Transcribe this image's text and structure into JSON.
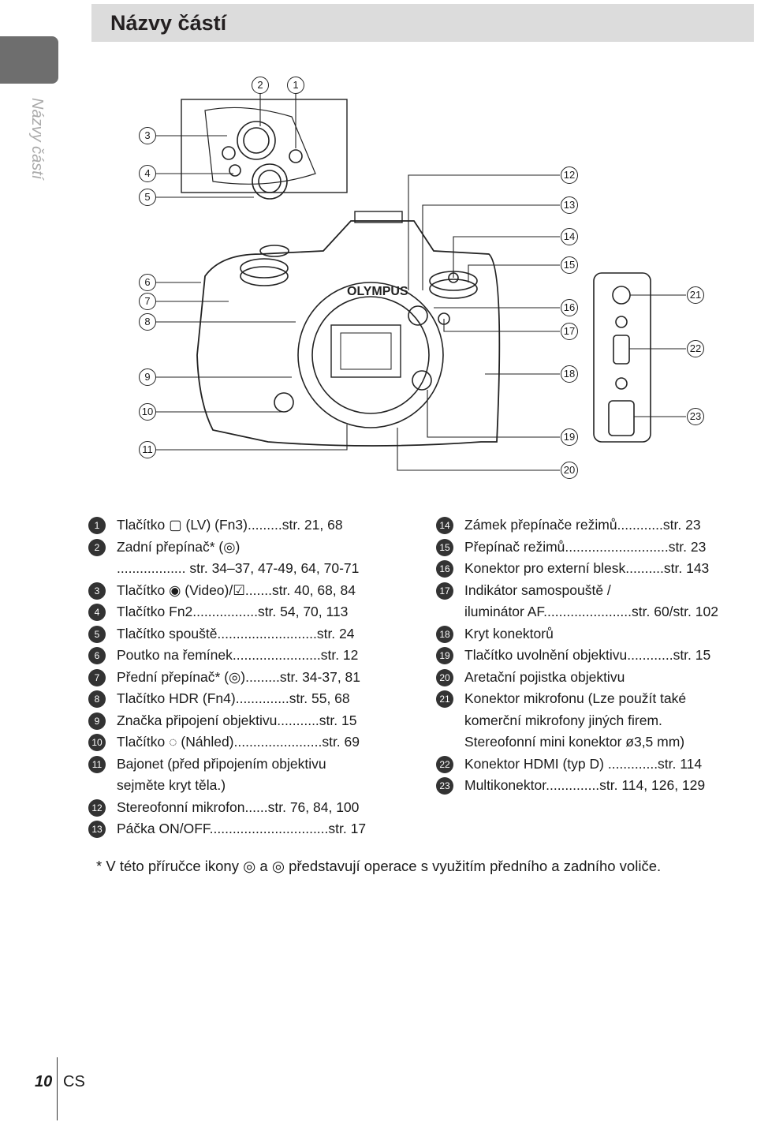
{
  "header": {
    "title": "Názvy částí"
  },
  "side_label": "Názvy částí",
  "callouts": [
    "1",
    "2",
    "3",
    "4",
    "5",
    "6",
    "7",
    "8",
    "9",
    "10",
    "11",
    "12",
    "13",
    "14",
    "15",
    "16",
    "17",
    "18",
    "19",
    "20",
    "21",
    "22",
    "23"
  ],
  "camera_brand": "OLYMPUS",
  "legend_left": [
    {
      "n": "1",
      "text": "Tlačítko ▢ (LV) (Fn3).........str. 21, 68"
    },
    {
      "n": "2",
      "text": "Zadní přepínač* (◎)\n.................. str. 34–37, 47-49, 64, 70-71"
    },
    {
      "n": "3",
      "text": "Tlačítko ◉ (Video)/☑.......str. 40, 68, 84"
    },
    {
      "n": "4",
      "text": "Tlačítko Fn2.................str. 54, 70, 113"
    },
    {
      "n": "5",
      "text": "Tlačítko spouště..........................str. 24"
    },
    {
      "n": "6",
      "text": "Poutko na řemínek.......................str. 12"
    },
    {
      "n": "7",
      "text": "Přední přepínač* (◎).........str. 34-37, 81"
    },
    {
      "n": "8",
      "text": "Tlačítko HDR (Fn4)..............str. 55, 68"
    },
    {
      "n": "9",
      "text": "Značka připojení objektivu...........str. 15"
    },
    {
      "n": "10",
      "text": "Tlačítko ◌ (Náhled).......................str. 69"
    },
    {
      "n": "11",
      "text": "Bajonet (před připojením objektivu\nsejměte kryt těla.)"
    },
    {
      "n": "12",
      "text": "Stereofonní mikrofon......str. 76, 84, 100"
    },
    {
      "n": "13",
      "text": "Páčka ON/OFF...............................str. 17"
    }
  ],
  "legend_right": [
    {
      "n": "14",
      "text": "Zámek přepínače režimů............str. 23"
    },
    {
      "n": "15",
      "text": "Přepínač režimů...........................str. 23"
    },
    {
      "n": "16",
      "text": "Konektor pro externí blesk..........str. 143"
    },
    {
      "n": "17",
      "text": "Indikátor samospouště /\niluminátor AF.......................str. 60/str. 102"
    },
    {
      "n": "18",
      "text": "Kryt konektorů"
    },
    {
      "n": "19",
      "text": "Tlačítko uvolnění objektivu............str. 15"
    },
    {
      "n": "20",
      "text": "Aretační pojistka objektivu"
    },
    {
      "n": "21",
      "text": "Konektor mikrofonu (Lze použít také\nkomerční mikrofony jiných firem.\nStereofonní mini konektor ø3,5 mm)"
    },
    {
      "n": "22",
      "text": "Konektor HDMI (typ D) .............str. 114"
    },
    {
      "n": "23",
      "text": "Multikonektor..............str. 114, 126, 129"
    }
  ],
  "footnote": "*  V této příručce ikony ◎ a ◎ představují operace s využitím předního a zadního voliče.",
  "page": {
    "number": "10",
    "lang": "CS"
  }
}
